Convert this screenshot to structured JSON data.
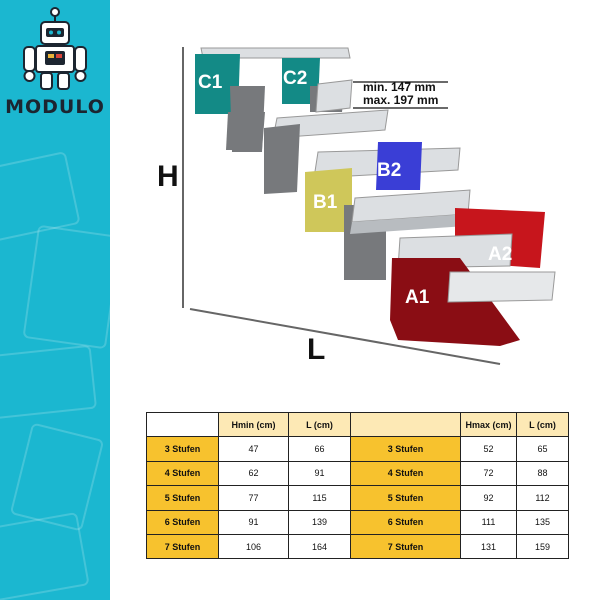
{
  "brand": "MODULO",
  "diagram": {
    "height_label": "H",
    "length_label": "L",
    "gap_min": "min. 147 mm",
    "gap_max": "max. 197 mm",
    "parts": [
      "C1",
      "C2",
      "B1",
      "B2",
      "A1",
      "A2"
    ],
    "colors": {
      "c": "#138a86",
      "b": "#cfc75a",
      "b_dark": "#3a3ed6",
      "a": "#8a0d14",
      "a_light": "#c7151c",
      "stringer": "#77797c",
      "grate": "#dcdfe2",
      "sidebar": "#1bb7d0",
      "table_row": "#f7c22e",
      "table_header": "#fde9b5"
    }
  },
  "table": {
    "left_headers": [
      "",
      "Hmin (cm)",
      "L (cm)"
    ],
    "right_headers": [
      "",
      "Hmax (cm)",
      "L (cm)"
    ],
    "rows": [
      {
        "label": "3 Stufen",
        "hmin": "47",
        "l1": "66",
        "label2": "3 Stufen",
        "hmax": "52",
        "l2": "65"
      },
      {
        "label": "4 Stufen",
        "hmin": "62",
        "l1": "91",
        "label2": "4 Stufen",
        "hmax": "72",
        "l2": "88"
      },
      {
        "label": "5 Stufen",
        "hmin": "77",
        "l1": "115",
        "label2": "5 Stufen",
        "hmax": "92",
        "l2": "112"
      },
      {
        "label": "6 Stufen",
        "hmin": "91",
        "l1": "139",
        "label2": "6 Stufen",
        "hmax": "111",
        "l2": "135"
      },
      {
        "label": "7 Stufen",
        "hmin": "106",
        "l1": "164",
        "label2": "7 Stufen",
        "hmax": "131",
        "l2": "159"
      }
    ]
  }
}
